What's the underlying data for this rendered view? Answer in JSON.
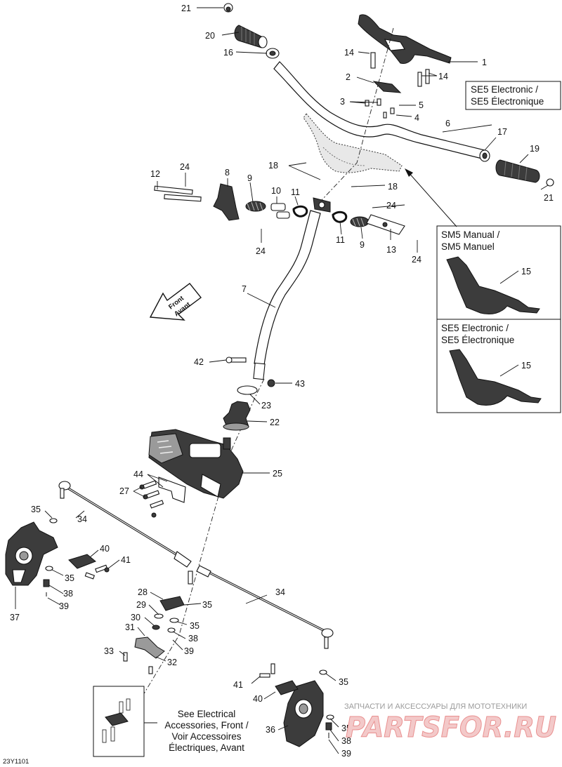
{
  "callouts": {
    "c1": "1",
    "c2": "2",
    "c3": "3",
    "c4": "4",
    "c5": "5",
    "c6": "6",
    "c7": "7",
    "c8": "8",
    "c9a": "9",
    "c9b": "9",
    "c10": "10",
    "c11a": "11",
    "c11b": "11",
    "c12": "12",
    "c13": "13",
    "c14a": "14",
    "c14b": "14",
    "c15a": "15",
    "c15b": "15",
    "c16": "16",
    "c17": "17",
    "c18a": "18",
    "c18b": "18",
    "c19": "19",
    "c20": "20",
    "c21a": "21",
    "c21b": "21",
    "c22": "22",
    "c23": "23",
    "c24a": "24",
    "c24b": "24",
    "c24c": "24",
    "c24d": "24",
    "c25": "25",
    "c27": "27",
    "c28": "28",
    "c29": "29",
    "c30": "30",
    "c31": "31",
    "c32": "32",
    "c33": "33",
    "c34a": "34",
    "c34b": "34",
    "c35a": "35",
    "c35b": "35",
    "c35c": "35",
    "c35d": "35",
    "c35e": "35",
    "c35f": "35",
    "c36": "36",
    "c37": "37",
    "c38a": "38",
    "c38b": "38",
    "c38c": "38",
    "c39a": "39",
    "c39b": "39",
    "c39c": "39",
    "c40a": "40",
    "c40b": "40",
    "c41a": "41",
    "c41b": "41",
    "c42": "42",
    "c43": "43",
    "c44": "44"
  },
  "boxes": {
    "se5_top": [
      "SE5 Electronic /",
      "SE5 Électronique"
    ],
    "sm5_manual": [
      "SM5 Manual /",
      "SM5 Manuel"
    ],
    "se5_lower": [
      "SE5 Electronic /",
      "SE5 Électronique"
    ]
  },
  "front_arrow": [
    "Front",
    "Avant"
  ],
  "see_note": [
    "See Electrical",
    "Accessories, Front /",
    "Voir Accessoires",
    "Électriques, Avant"
  ],
  "diagram_code": "23Y1101",
  "watermark": {
    "tagline": "ЗАПЧАСТИ И АКСЕССУАРЫ ДЛЯ МОТОТЕХНИКИ",
    "brand": "PARTSFOR.RU"
  }
}
